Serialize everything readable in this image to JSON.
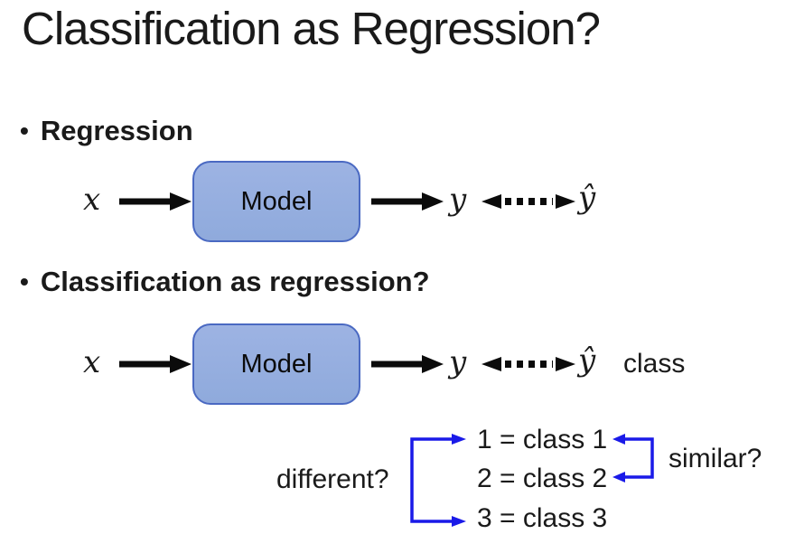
{
  "slide": {
    "title": "Classification as Regression?",
    "bullets": [
      {
        "marker": "•",
        "label": "Regression"
      },
      {
        "marker": "•",
        "label": "Classification as regression?"
      }
    ],
    "diagram_rows": [
      {
        "input": "x",
        "box_label": "Model",
        "output": "y",
        "prediction": "ŷ",
        "annotation": ""
      },
      {
        "input": "x",
        "box_label": "Model",
        "output": "y",
        "prediction": "ŷ",
        "annotation": "class"
      }
    ],
    "comparison": {
      "left_question": "different?",
      "right_question": "similar?",
      "class_mappings": [
        "1 = class 1",
        "2 = class 2",
        "3 = class 3"
      ]
    },
    "colors": {
      "box_fill": "#8FAADC",
      "box_fill_light": "#9DB3E3",
      "box_border": "#4A69C2",
      "bracket_blue": "#1A1AE8",
      "text_black": "#1A1A1A"
    }
  }
}
